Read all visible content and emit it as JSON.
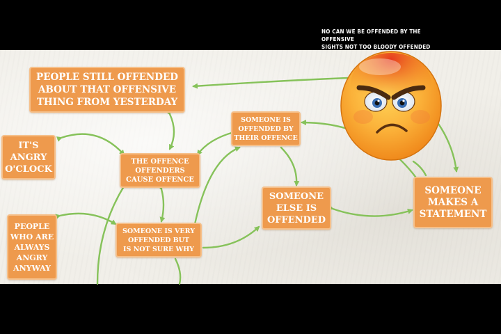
{
  "caption": {
    "line1": "NO CAN WE BE OFFENDED BY THE OFFENSIVE",
    "line2": "SIGHTS NOT TOO BLOODY OFFENDED"
  },
  "nodes": {
    "people_still_offended": "PEOPLE STILL OFFENDED\nABOUT THAT OFFENSIVE\nTHING FROM YESTERDAY",
    "angry_oclock": "IT'S\nANGRY\nO'CLOCK",
    "offence_offenders": "THE OFFENCE\nOFFENDERS\nCAUSE OFFENCE",
    "someone_offended_by_offence": "SOMEONE IS\nOFFENDED BY\nTHEIR OFFENCE",
    "someone_else_offended": "SOMEONE\nELSE IS\nOFFENDED",
    "someone_makes_statement": "SOMEONE\nMAKES A\nSTATEMENT",
    "people_always_angry": "PEOPLE\nWHO ARE\nALWAYS\nANGRY\nANYWAY",
    "very_offended_not_sure": "SOMEONE  IS  VERY\nOFFENDED BUT\nIS NOT SURE WHY"
  },
  "colors": {
    "node_fill": "#ee9a4d",
    "node_border": "#f6c08a",
    "arrow": "#86c25a",
    "background": "#f1efe9"
  },
  "icons": {
    "emoji": "angry-face-emoji"
  }
}
